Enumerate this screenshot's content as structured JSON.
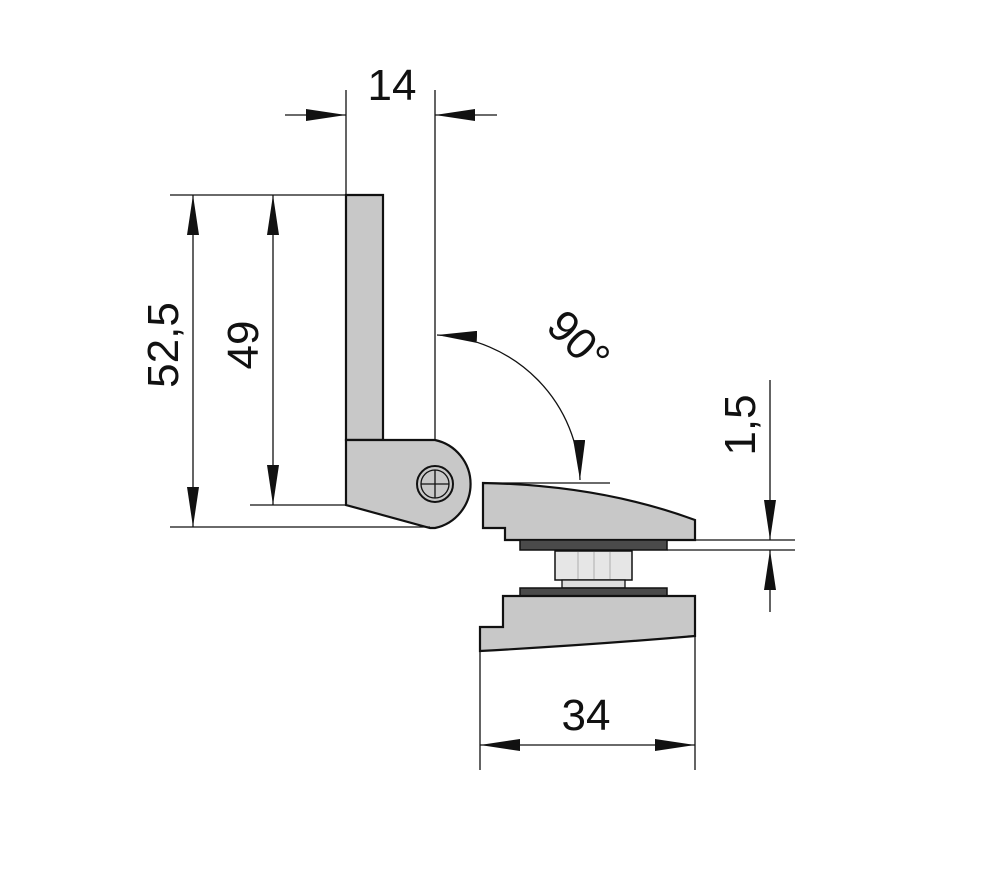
{
  "drawing": {
    "dimensions": {
      "width_top": "14",
      "height_total": "52,5",
      "height_arm": "49",
      "angle": "90°",
      "thickness": "1,5",
      "width_base": "34"
    },
    "colors": {
      "part": "#c8c8c8",
      "gasket": "#4a4a4a",
      "nut": "#e6e6e6",
      "line": "#111111"
    }
  }
}
